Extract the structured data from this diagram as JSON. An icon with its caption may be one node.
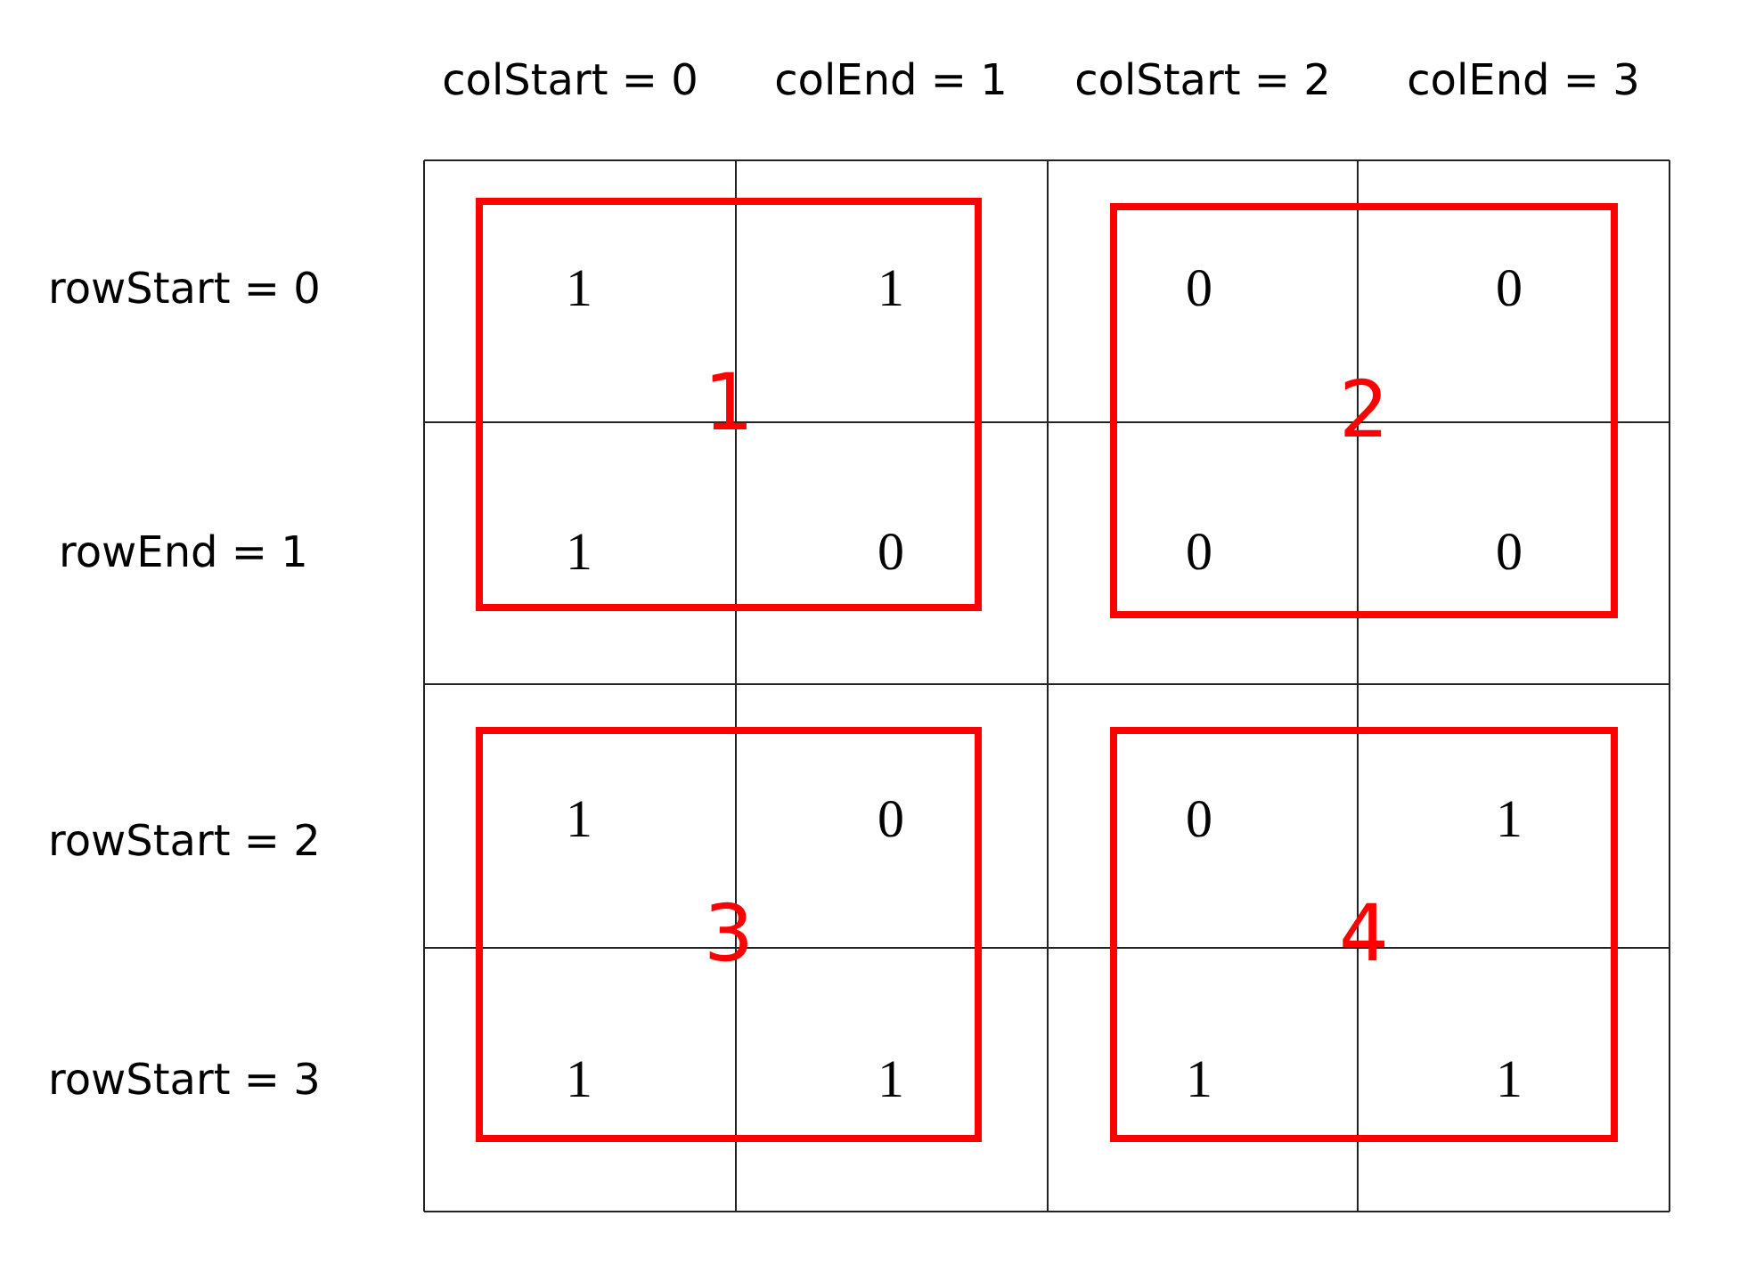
{
  "diagram": {
    "nodes": [
      {
        "text": [
          "1"
        ]
      },
      {
        "text": [
          "2"
        ]
      },
      {
        "text": [
          "3"
        ]
      },
      {
        "text": [
          "4"
        ]
      }
    ],
    "labels": [
      "colStart = 0",
      "colEnd = 1",
      "colStart = 2",
      "colEnd = 3",
      "rowStart = 0",
      "1",
      "1",
      "0",
      "0",
      "rowEnd = 1",
      "1",
      "0",
      "0",
      "0",
      "rowStart = 2",
      "1",
      "0",
      "0",
      "1",
      "rowStart = 3",
      "1",
      "1",
      "1",
      "1"
    ]
  }
}
